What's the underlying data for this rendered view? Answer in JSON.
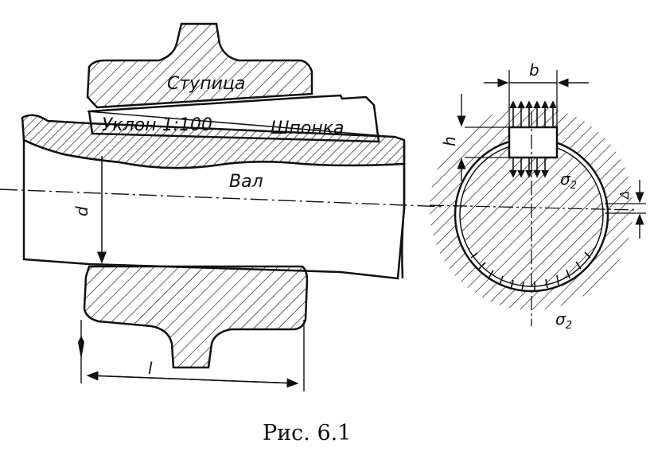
{
  "labels": {
    "hub": "Ступица",
    "slope": "Уклон 1:100",
    "key": "Шпонка",
    "shaft": "Вал",
    "d": "d",
    "l": "l",
    "b": "b",
    "h": "h",
    "delta": "Δ",
    "sigma_top": "σ",
    "sigma_top_sub": "2",
    "sigma_bottom": "σ",
    "sigma_bottom_sub": "2"
  },
  "caption": "Рис. 6.1",
  "colors": {
    "ink": "#111111",
    "paper": "#ffffff"
  }
}
